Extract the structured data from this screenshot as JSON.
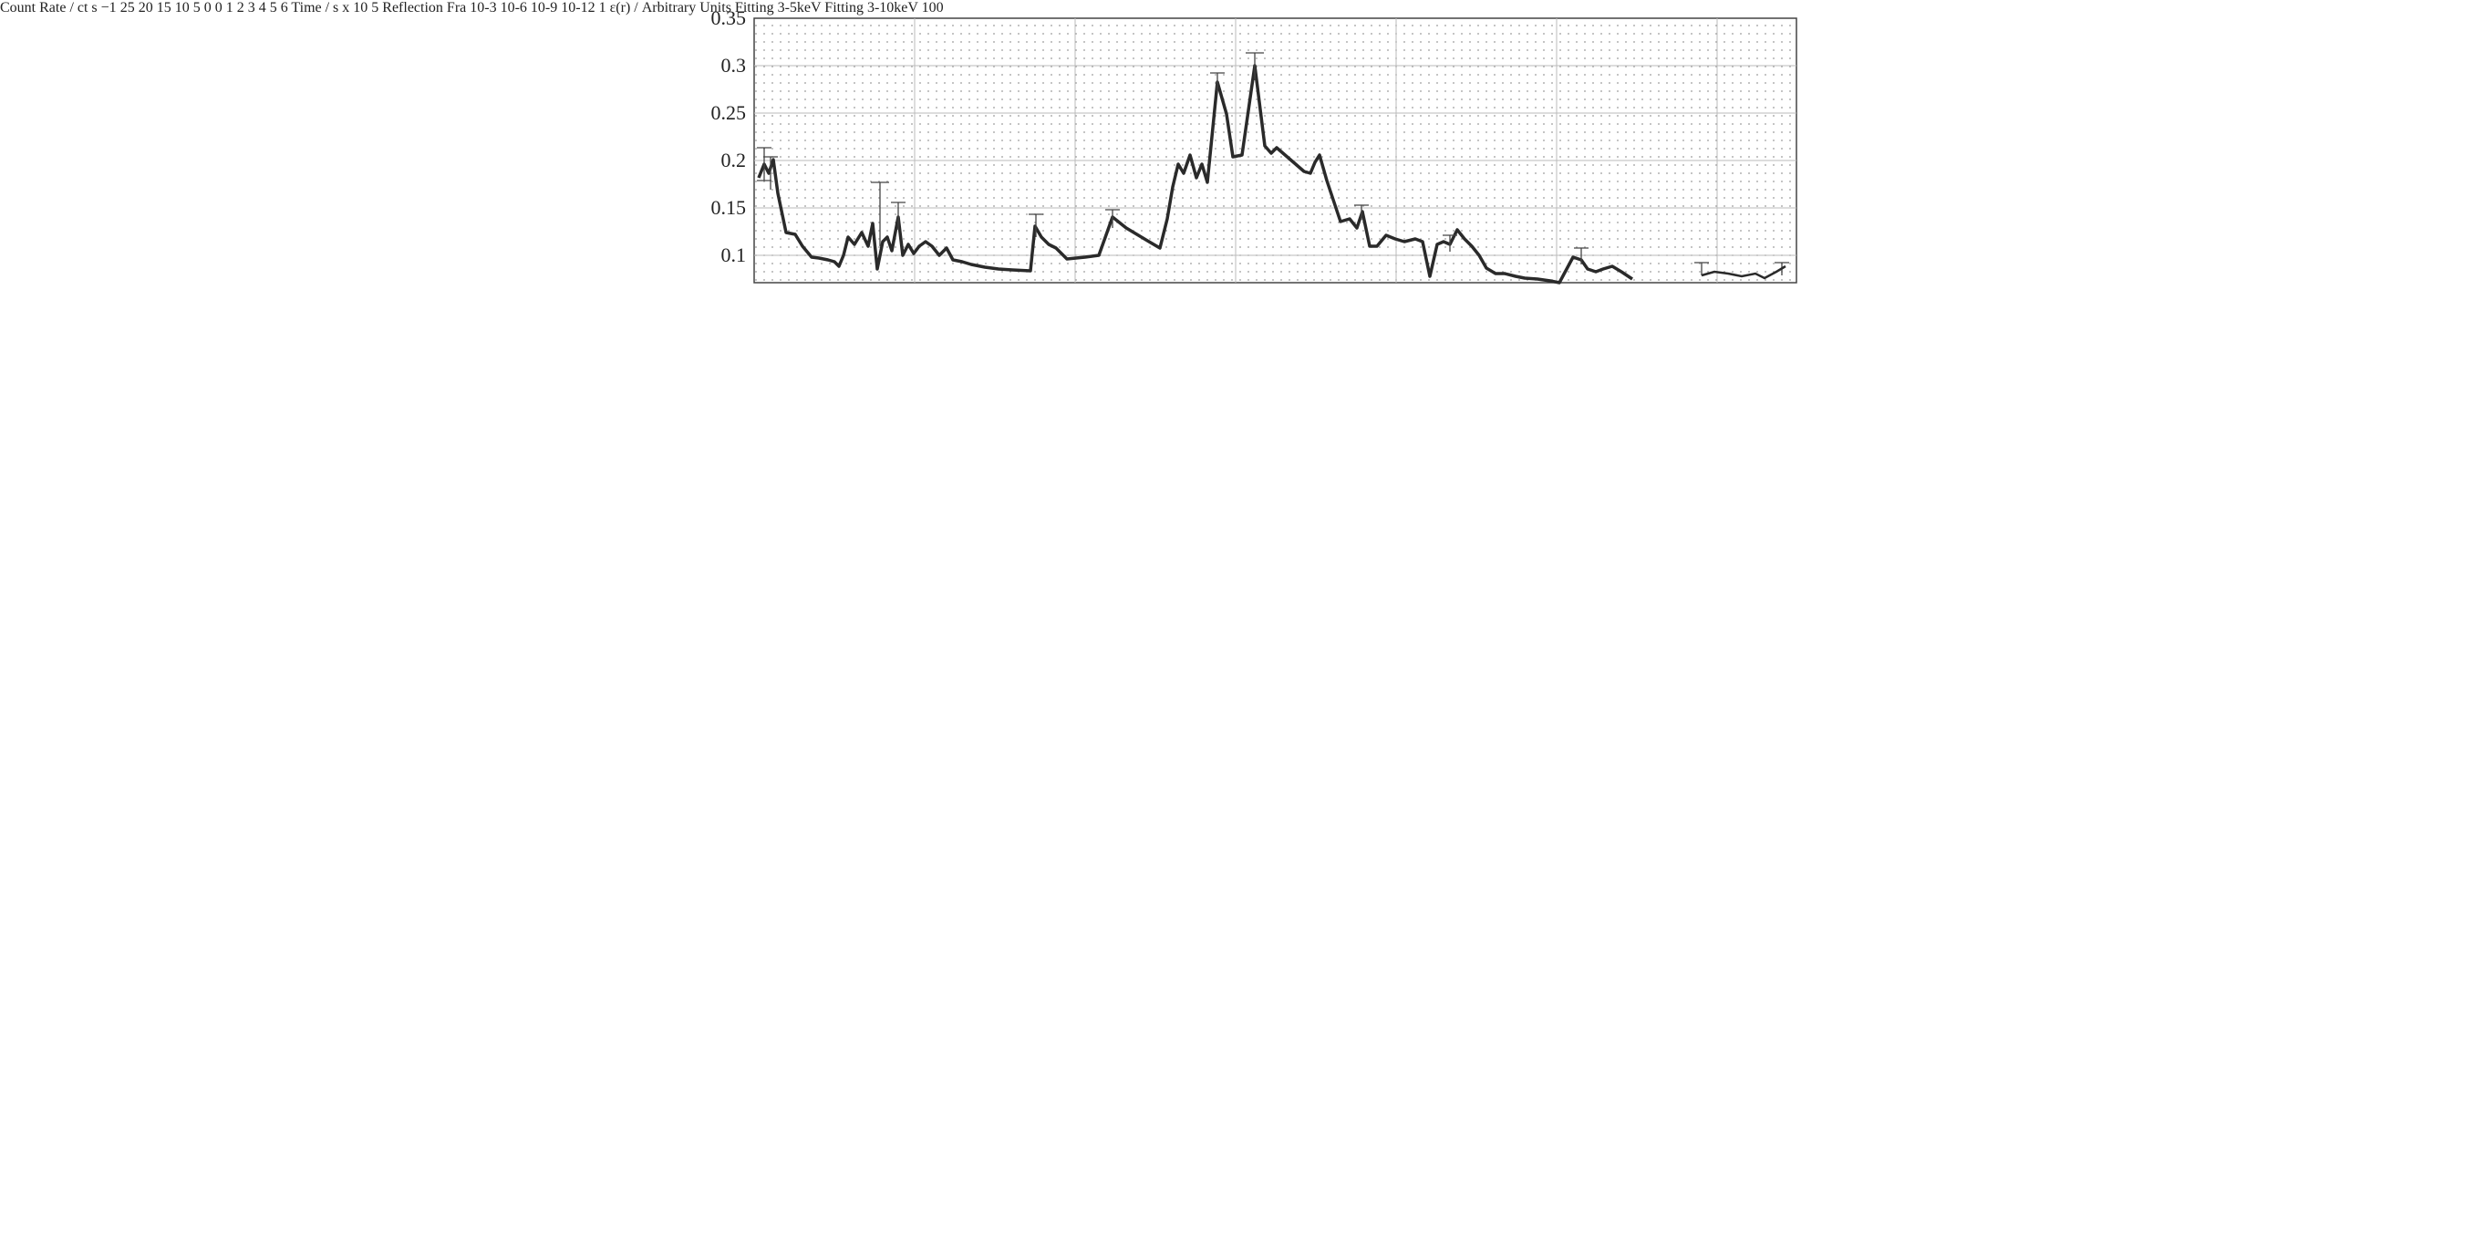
{
  "top_chart": {
    "ylabel": "Count Rate / ct s",
    "ylabel_sup": "−1",
    "yticks": [
      "0.35",
      "0.3",
      "0.25",
      "0.2",
      "0.15",
      "0.1"
    ]
  },
  "bottom_chart": {
    "ylabel": "Reflection Fra",
    "xlabel": "Time / s",
    "multiplier": "x 10",
    "multiplier_exp": "5",
    "yticks": [
      "25",
      "20",
      "15",
      "10",
      "5",
      "0"
    ],
    "xticks": [
      "0",
      "1",
      "2",
      "3",
      "4",
      "5",
      "6"
    ]
  },
  "left_chart": {
    "ylabel": "ε(r) / Arbitrary Units",
    "yticks": [
      {
        "base": "10",
        "exp": "-3"
      },
      {
        "base": "10",
        "exp": "-6"
      },
      {
        "base": "10",
        "exp": "-9"
      },
      {
        "base": "10",
        "exp": "-12"
      }
    ],
    "xticks": [
      "1"
    ]
  },
  "right_chart": {
    "legend": [
      "Fitting 3-5keV",
      "Fitting 3-10keV"
    ],
    "xticks": [
      "100"
    ]
  },
  "colors": {
    "disk": "#f5921e",
    "corona": "#d87862",
    "black_hole": "#2b2526",
    "arrow": "#999999",
    "panel_border": "#8a8a8a"
  }
}
